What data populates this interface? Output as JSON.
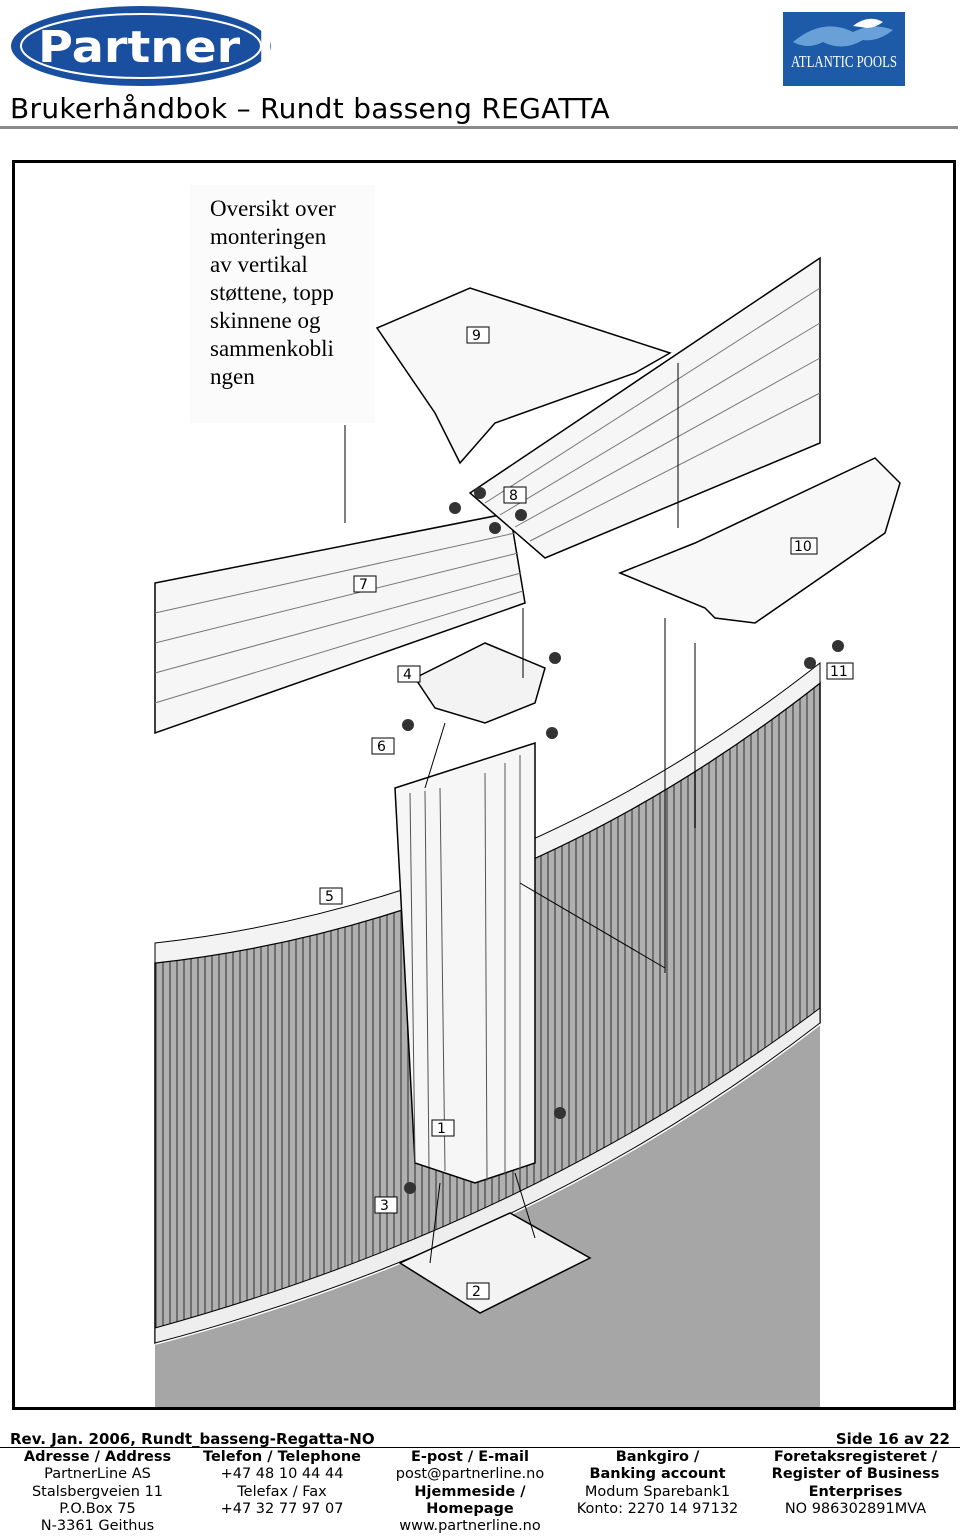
{
  "header": {
    "brand_logo_text": "Partner Line AS",
    "partner_logo_text": "ATLANTIC POOLS",
    "document_title": "Brukerhåndbok – Rundt basseng REGATTA"
  },
  "figure": {
    "caption_lines": [
      "Oversikt over",
      "monteringen",
      "av  vertikal",
      "støttene, topp",
      "skinnene og",
      "sammenkobli",
      "ngen"
    ],
    "part_labels": [
      "1",
      "2",
      "3",
      "4",
      "5",
      "6",
      "7",
      "8",
      "9",
      "10",
      "11"
    ]
  },
  "footer": {
    "rev": "Rev. Jan. 2006, Rundt_basseng-Regatta-NO",
    "page": "Side 16 av 22",
    "address": {
      "heading": "Adresse / Address",
      "lines": [
        "PartnerLine AS",
        "Stalsbergveien 11",
        "P.O.Box 75",
        "N-3361 Geithus"
      ]
    },
    "phone": {
      "heading": "Telefon / Telephone",
      "lines": [
        "+47 48 10 44 44",
        "Telefax / Fax",
        "+47 32 77 97 07"
      ]
    },
    "email": {
      "heading": "E-post / E-mail",
      "line1": "post@partnerline.no",
      "heading2a": "Hjemmeside /",
      "heading2b": "Homepage",
      "line2": "www.partnerline.no"
    },
    "bank": {
      "heading_a": "Bankgiro /",
      "heading_b": "Banking account",
      "lines": [
        "Modum Sparebank1",
        "Konto: 2270 14 97132"
      ]
    },
    "register": {
      "heading_a": "Foretaksregisteret /",
      "heading_b": "Register of Business",
      "heading_c": "Enterprises",
      "line": "NO 986302891MVA"
    }
  },
  "colors": {
    "brand_blue": "#1a4fa0",
    "rule_gray": "#8a8a8a",
    "panel_gray": "#a6a6a6"
  }
}
